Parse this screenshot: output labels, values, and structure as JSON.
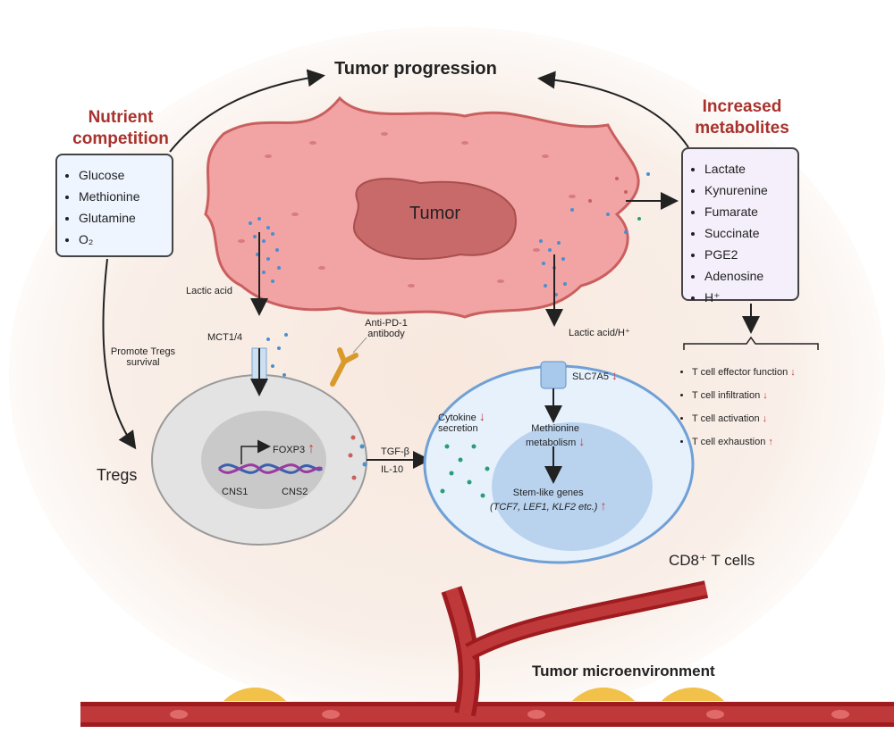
{
  "header": {
    "title": "Tumor progression"
  },
  "tumor": {
    "label": "Tumor"
  },
  "nutrient": {
    "title_line1": "Nutrient",
    "title_line2": "competition",
    "items": [
      "Glucose",
      "Methionine",
      "Glutamine",
      "O₂"
    ]
  },
  "metabolites": {
    "title_line1": "Increased",
    "title_line2": "metabolites",
    "items": [
      "Lactate",
      "Kynurenine",
      "Fumarate",
      "Succinate",
      "PGE2",
      "Adenosine",
      "H⁺"
    ]
  },
  "effects": {
    "items": [
      {
        "label": "T cell effector function",
        "arrow": "↓"
      },
      {
        "label": "T cell infiltration",
        "arrow": "↓"
      },
      {
        "label": "T cell activation",
        "arrow": "↓"
      },
      {
        "label": "T cell exhaustion",
        "arrow": "↑"
      }
    ]
  },
  "labels": {
    "lactic_acid_left": "Lactic acid",
    "mct": "MCT1/4",
    "promote": "Promote Tregs",
    "promote2": "survival",
    "antipd1": "Anti-PD-1",
    "antipd1_2": "antibody",
    "lactic_acid_right": "Lactic acid/H⁺",
    "slc": "SLC7A5",
    "cytokine": "Cytokine",
    "cytokine2": "secretion",
    "methionine": "Methionine",
    "methionine2": "metabolism",
    "stem": "Stem-like genes",
    "stem2": "(TCF7, LEF1, KLF2 etc.)",
    "foxp3": "FOXP3",
    "cns1": "CNS1",
    "cns2": "CNS2",
    "tgf": "TGF-β",
    "il10": "IL-10",
    "tregs": "Tregs",
    "cd8": "CD8⁺ T cells",
    "tme": "Tumor microenvironment"
  },
  "arrows": {
    "up": "↑",
    "down": "↓"
  },
  "colors": {
    "accent": "#a8322d",
    "tumor": "#f2a3a3",
    "tumor_nucleus": "#c96a6a",
    "treg": "#e3e3e3",
    "cd8": "#e6f1fc",
    "vessel": "#9e1b1f"
  }
}
